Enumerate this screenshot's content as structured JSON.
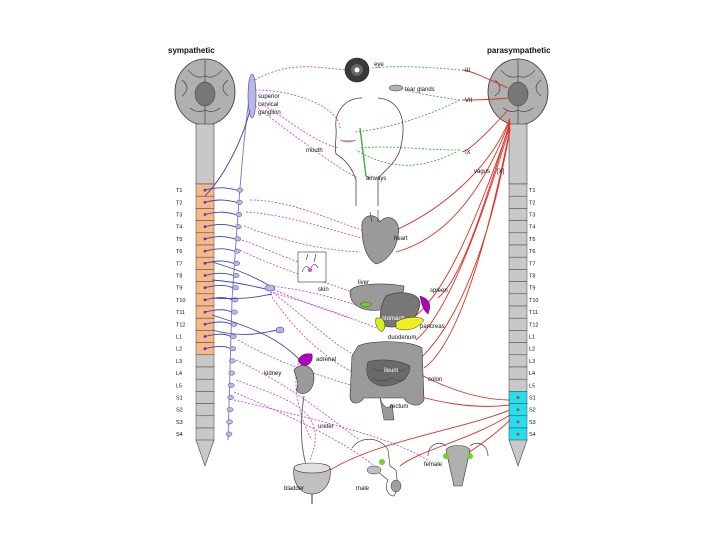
{
  "headers": {
    "sympathetic": "sympathetic",
    "parasympathetic": "parasympathetic"
  },
  "cranial_nerves": {
    "III": "III",
    "VII": "VII",
    "IX": "IX",
    "vagus": "vagus",
    "X": "[X]"
  },
  "ganglion": {
    "line1": "superior",
    "line2": "cervical",
    "line3": "ganglion"
  },
  "organs": {
    "eye": "eye",
    "tear_glands": "tear glands",
    "mouth": "mouth",
    "airways": "airways",
    "heart": "heart",
    "skin": "skin",
    "liver": "liver",
    "spleen": "spleen",
    "stomach": "stomach",
    "pancreas": "pancreas",
    "duodenum": "duodenum",
    "adrenal": "adrenal",
    "kidney": "kidney",
    "ileum": "ileum",
    "colon": "colon",
    "rectum": "rectum",
    "ureter": "ureter",
    "bladder": "bladder",
    "male": "male",
    "female": "female"
  },
  "left_segments": [
    "T1",
    "T2",
    "T3",
    "T4",
    "T5",
    "T6",
    "T7",
    "T8",
    "T9",
    "T10",
    "T11",
    "T12",
    "L1",
    "L2",
    "L3",
    "L4",
    "L5",
    "S1",
    "S2",
    "S3",
    "S4"
  ],
  "right_segments": [
    "T1",
    "T2",
    "T3",
    "T4",
    "T5",
    "T6",
    "T7",
    "T8",
    "T9",
    "T10",
    "T11",
    "T12",
    "L1",
    "L2",
    "L3",
    "L4",
    "L5",
    "S1",
    "S2",
    "S3",
    "S4"
  ],
  "colors": {
    "sympathetic_highlight": "#f7b888",
    "parasympathetic_highlight": "#22e0f0",
    "sympathetic_post": "#d050d0",
    "sympathetic_pre": "#4040c0",
    "parasympathetic_pre": "#e03020",
    "parasympathetic_post": "#40b040",
    "organ_gray": "#9a9a9a"
  }
}
